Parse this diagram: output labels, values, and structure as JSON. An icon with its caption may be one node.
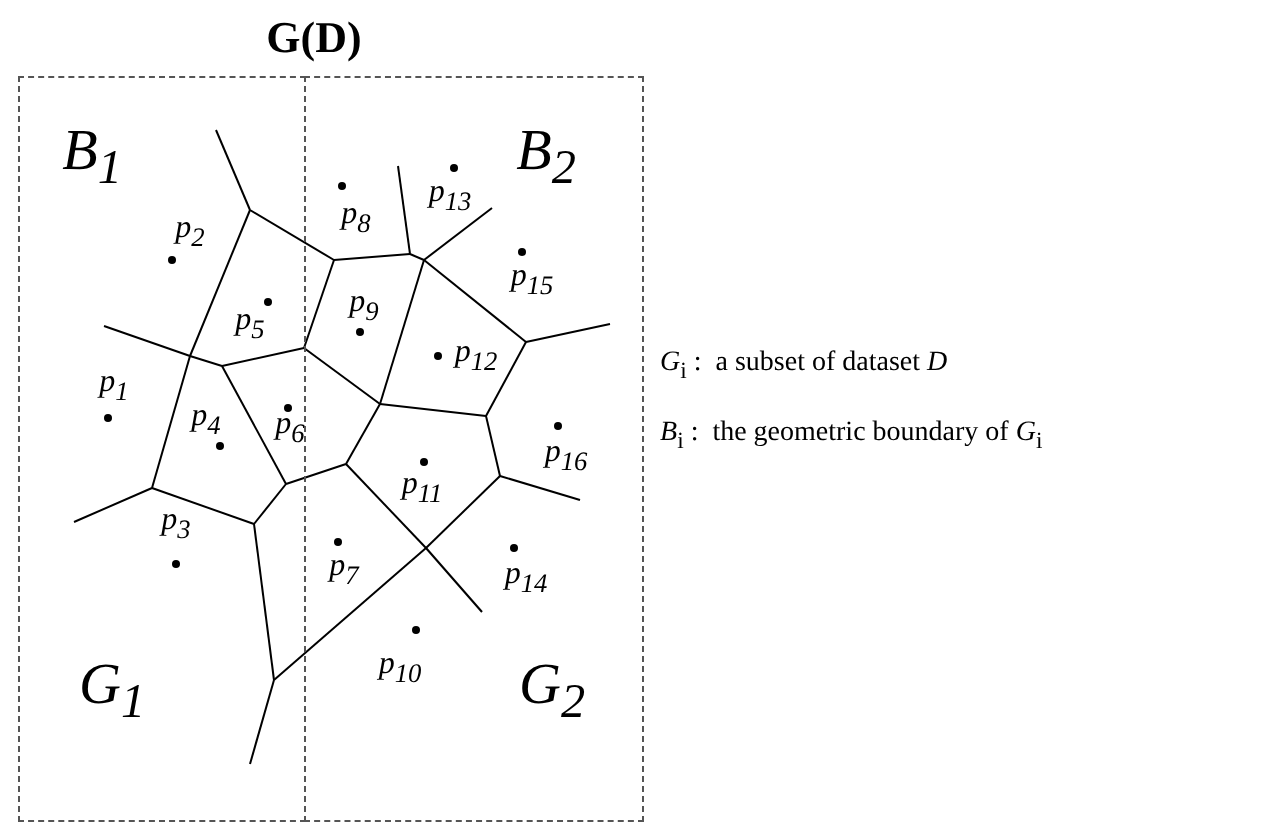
{
  "diagram": {
    "title": "G(D)",
    "nodes": [
      {
        "text": [
          "B$_{1}$",
          "G$_{1}$"
        ]
      },
      {
        "text": [
          "B$_{2}$",
          "G$_{2}$"
        ]
      }
    ],
    "labels": [
      "p$_{1}$",
      "p$_{2}$",
      "p$_{3}$",
      "p$_{4}$",
      "p$_{5}$",
      "p$_{6}$",
      "p$_{7}$",
      "p$_{8}$",
      "p$_{9}$",
      "p$_{10}$",
      "p$_{11}$",
      "p$_{12}$",
      "p$_{13}$",
      "p$_{14}$",
      "p$_{15}$",
      "p$_{16}$",
      "*G*$_{i}$ :  a subset of dataset *D*",
      "*B*$_{i}$ :  the geometric boundary of *G*$_{i}$"
    ]
  }
}
